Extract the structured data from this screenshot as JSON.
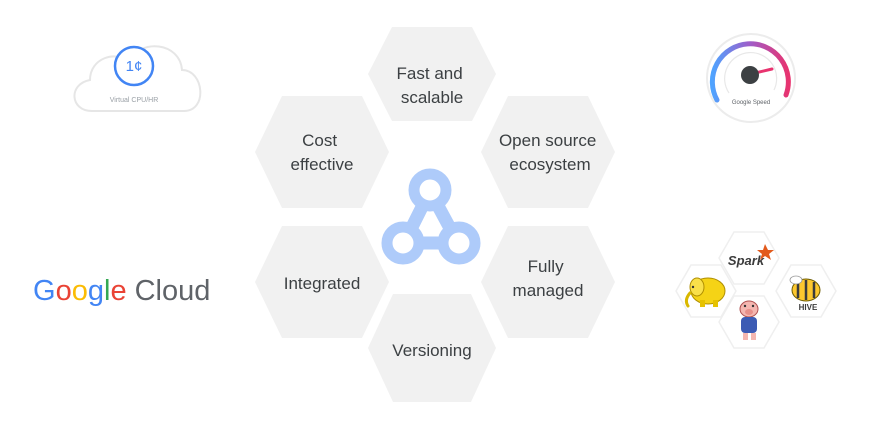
{
  "features": [
    {
      "id": "fast-and-scalable",
      "lines": [
        "Fast and",
        "scalable"
      ]
    },
    {
      "id": "cost-effective",
      "lines": [
        "Cost",
        "effective"
      ]
    },
    {
      "id": "open-source-ecosystem",
      "lines": [
        "Open source",
        "ecosystem"
      ]
    },
    {
      "id": "integrated",
      "lines": [
        "Integrated"
      ]
    },
    {
      "id": "fully-managed",
      "lines": [
        "Fully",
        "managed"
      ]
    },
    {
      "id": "versioning",
      "lines": [
        "Versioning"
      ]
    }
  ],
  "center_icon": "dataproc-icon",
  "pricing": {
    "icon": "cloud-icon",
    "price": "1¢",
    "caption": "Virtual CPU/HR"
  },
  "speed": {
    "icon": "speedometer-icon",
    "caption": "Google Speed"
  },
  "brand": {
    "word1": "Google",
    "word2": "Cloud"
  },
  "ecosystem": {
    "icons": [
      "hadoop-elephant-icon",
      "spark-logo-icon",
      "pig-icon",
      "hive-bee-icon"
    ],
    "spark_label": "Spark",
    "hive_label": "HIVE"
  },
  "colors": {
    "hex_fill": "#f1f1f1",
    "text": "#3c4043",
    "google_blue": "#4285F4",
    "google_red": "#EA4335",
    "google_yellow": "#FBBC05",
    "google_green": "#34A853",
    "cloud_gray": "#5f6368",
    "dataproc_blue": "#aecbfa"
  }
}
